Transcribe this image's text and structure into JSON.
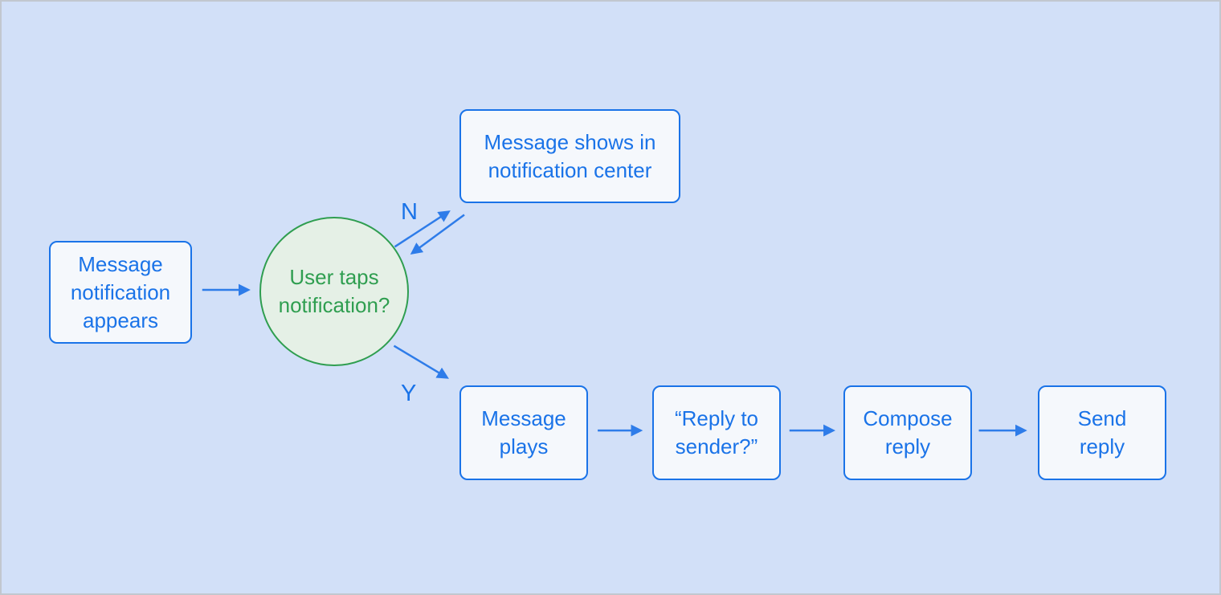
{
  "diagram": {
    "type": "flowchart",
    "colors": {
      "background": "#d2e0f8",
      "process_fill": "#f5f8fc",
      "process_border": "#1a73e8",
      "process_text": "#1a73e8",
      "decision_fill": "#e5f0e6",
      "decision_border": "#2f9e50",
      "decision_text": "#2f9e50",
      "arrow": "#2e7ce9",
      "edge_label_text": "#1a73e8"
    },
    "nodes": {
      "start": {
        "type": "process",
        "label": [
          "Message",
          "notification",
          "appears"
        ]
      },
      "decision": {
        "type": "decision",
        "label": [
          "User taps",
          "notification?"
        ]
      },
      "notification_center": {
        "type": "process",
        "label": [
          "Message shows in",
          "notification center"
        ]
      },
      "message_plays": {
        "type": "process",
        "label": [
          "Message",
          "plays"
        ]
      },
      "reply_to_sender": {
        "type": "process",
        "label": [
          "“Reply to",
          "sender?”"
        ]
      },
      "compose_reply": {
        "type": "process",
        "label": [
          "Compose",
          "reply"
        ]
      },
      "send_reply": {
        "type": "process",
        "label": [
          "Send",
          "reply"
        ]
      }
    },
    "edge_labels": {
      "no": "N",
      "yes": "Y"
    }
  }
}
